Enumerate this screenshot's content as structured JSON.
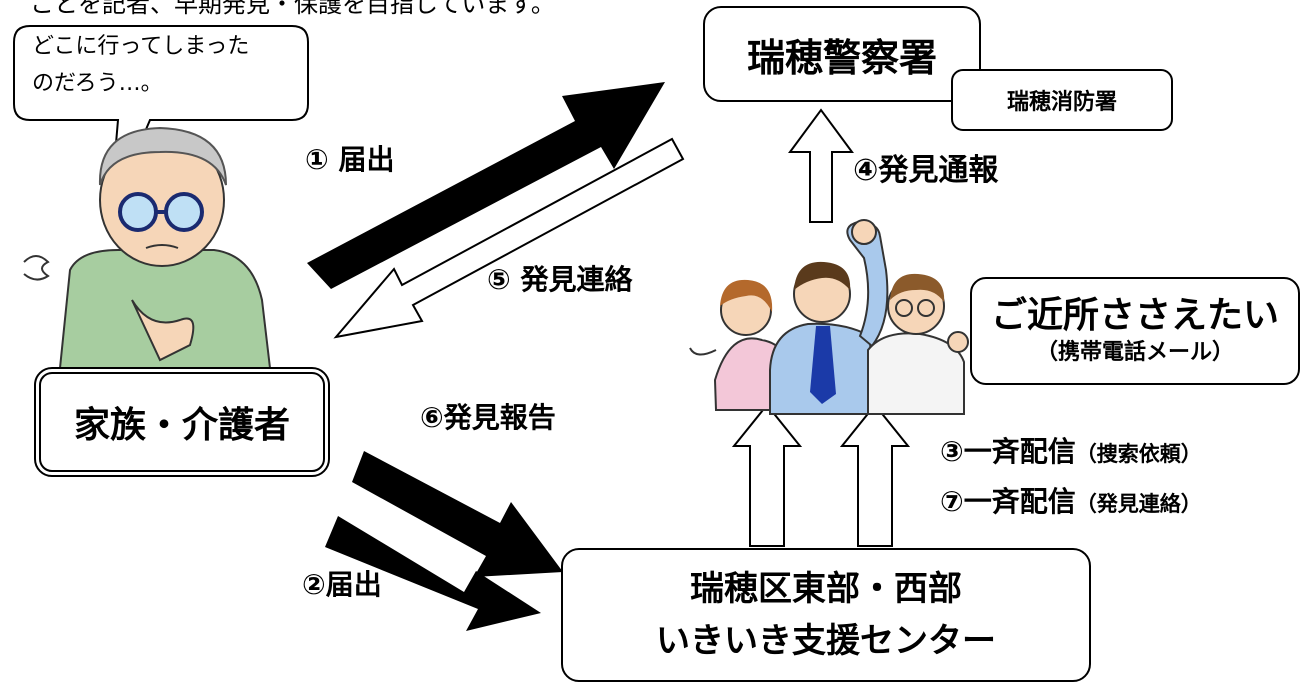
{
  "top_text": "ことを記者、早期発見・保護を目指しています。",
  "speech_bubble": {
    "line1": "どこに行ってしまった",
    "line2": "のだろう…。"
  },
  "nodes": {
    "police": "瑞穂警察署",
    "fire": "瑞穂消防署",
    "sasaetai": {
      "main": "ご近所ささえたい",
      "sub": "（携帯電話メール）"
    },
    "family": "家族・介護者",
    "center": {
      "line1": "瑞穂区東部・西部",
      "line2": "いきいき支援センター"
    }
  },
  "flows": {
    "report_police": "① 届出",
    "report_center": "②届出",
    "broadcast_search": {
      "main": "③一斉配信",
      "detail": "（捜索依頼）"
    },
    "found_notify": "④発見通報",
    "found_contact": "⑤ 発見連絡",
    "found_report": "⑥発見報告",
    "broadcast_found": {
      "main": "⑦一斉配信",
      "detail": "（発見連絡）"
    }
  },
  "colors": {
    "arrow_fill": "#000000",
    "hollow_arrow": "#ffffff",
    "skin": "#f6d6b8",
    "shirt_green": "#a7cda0",
    "shirt_blue": "#a9c9ec",
    "tie": "#1b3aa8",
    "shirt_pink": "#f3c7d8"
  }
}
